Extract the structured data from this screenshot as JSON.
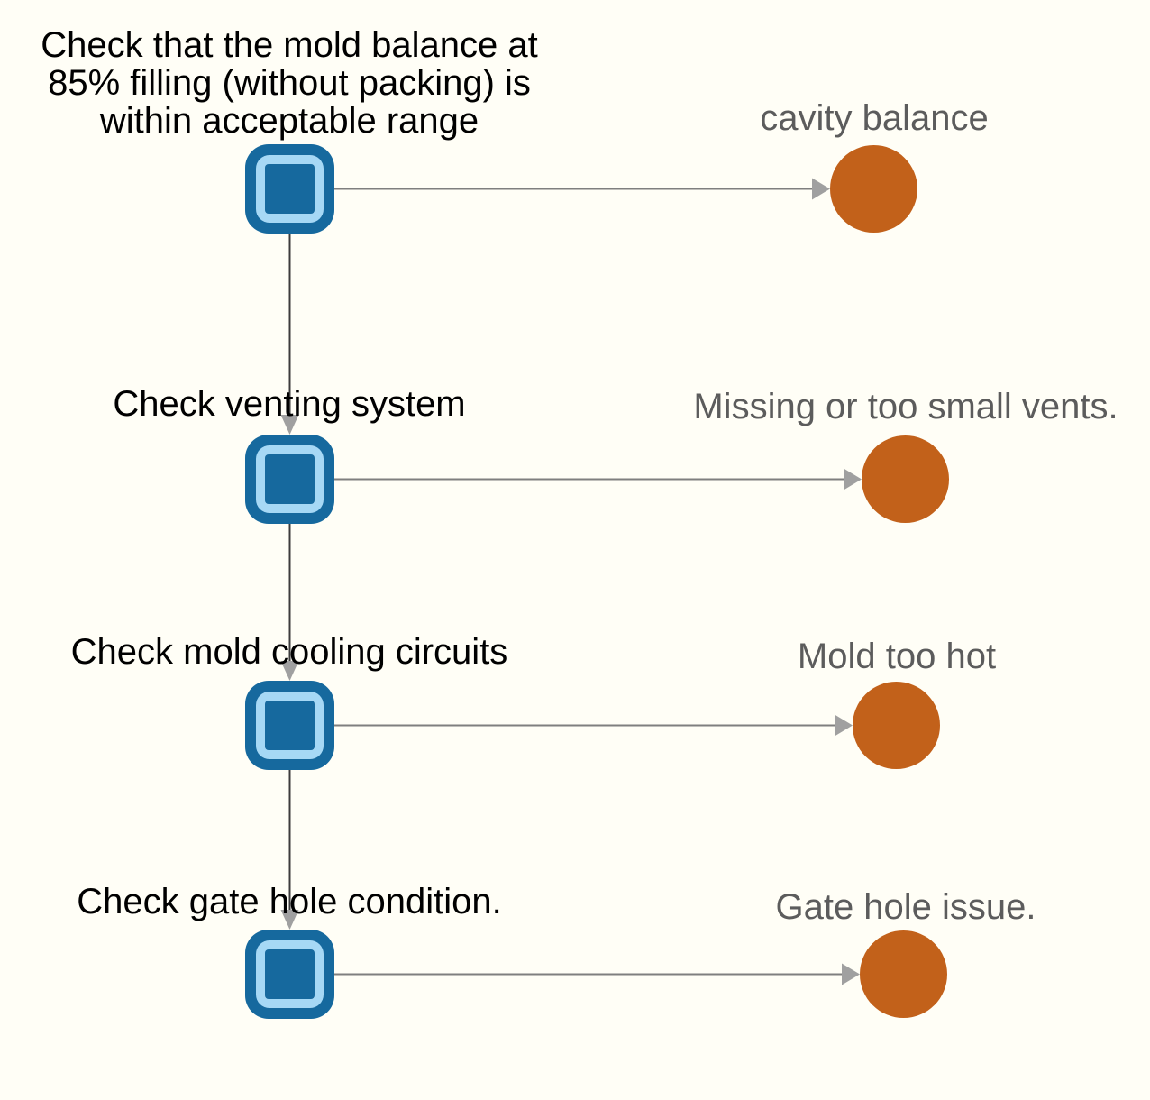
{
  "diagram": {
    "rows": [
      {
        "task": "Check that the mold balance at 85% filling (without packing) is within acceptable range",
        "outcome": "cavity balance"
      },
      {
        "task": "Check venting system",
        "outcome": "Missing or too small vents."
      },
      {
        "task": "Check mold cooling circuits",
        "outcome": "Mold too hot"
      },
      {
        "task": "Check gate hole condition.",
        "outcome": "Gate hole issue."
      }
    ],
    "colors": {
      "background": "#fffef6",
      "node_blue": "#16699e",
      "node_light_blue": "#a6d8f5",
      "outcome_orange": "#c2611a",
      "task_text": "#000000",
      "outcome_text": "#5c5c5c",
      "h_line": "#7f7f7f",
      "v_line": "#3c3c3c",
      "arrowhead": "#a0a0a0"
    }
  }
}
